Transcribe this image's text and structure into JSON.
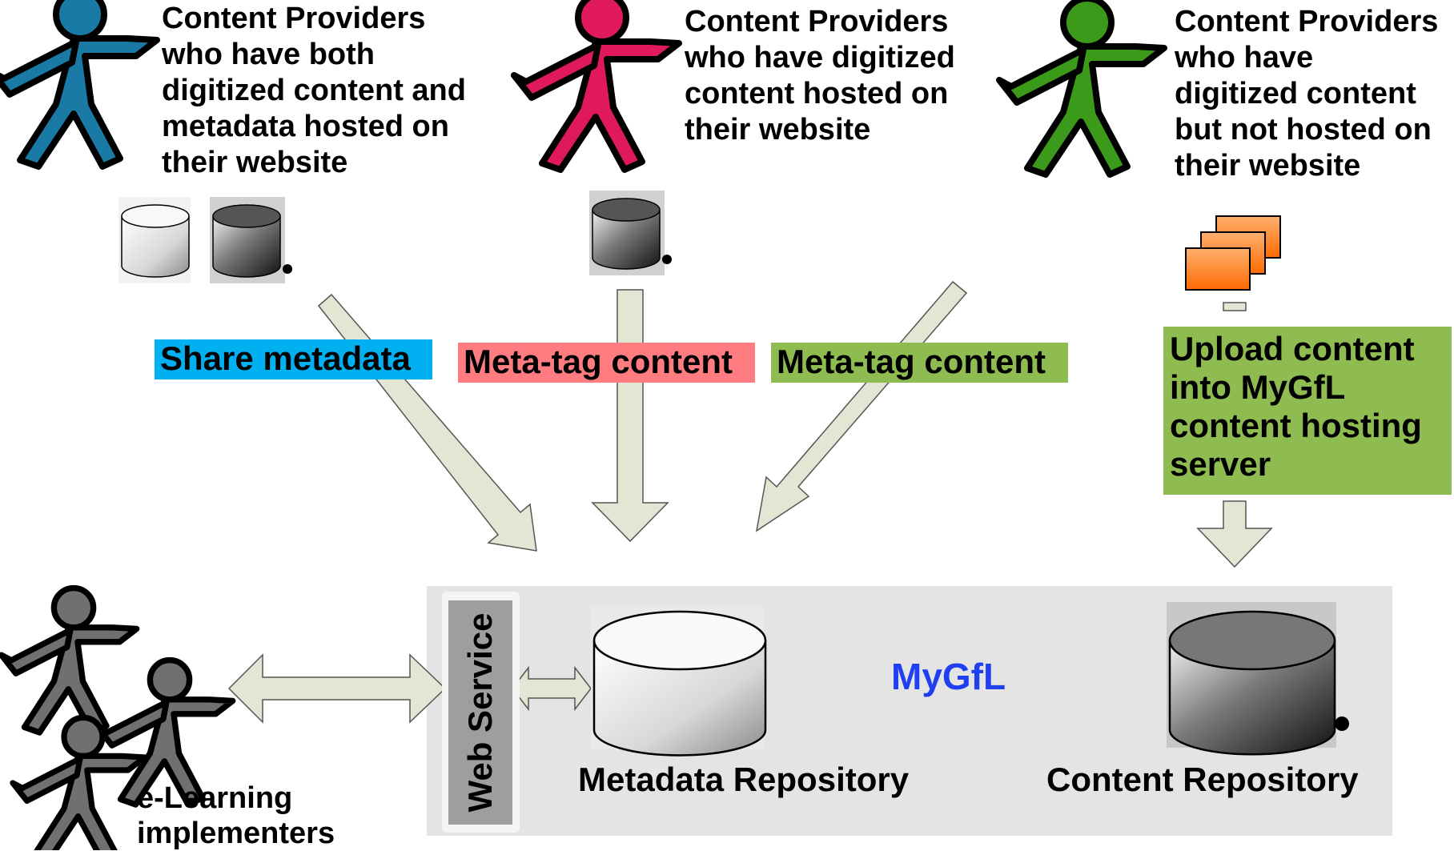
{
  "providers": [
    {
      "text": [
        "Content Providers",
        "who have both",
        "digitized content and",
        "metadata hosted on",
        "their website"
      ],
      "color": "#1a7aa6"
    },
    {
      "text": [
        "Content Providers",
        "who have digitized",
        "content hosted on",
        "their website"
      ],
      "color": "#e0195f"
    },
    {
      "text": [
        "Content Providers",
        "who have",
        "digitized content",
        "but not hosted on",
        "their website"
      ],
      "color": "#3b9a1a"
    }
  ],
  "flows": {
    "share_metadata": {
      "label": "Share metadata",
      "color": "#00b0f0"
    },
    "meta_tag_content_1": {
      "label": "Meta-tag content",
      "color": "#ff7c80"
    },
    "meta_tag_content_2": {
      "label": "Meta-tag content",
      "color": "#8fbc50"
    },
    "upload": {
      "lines": [
        "Upload content",
        "into MyGfL",
        "content hosting",
        "server"
      ],
      "color": "#8fbc50"
    }
  },
  "platform": {
    "name": "MyGfL",
    "web_service": "Web Service",
    "metadata_repository": "Metadata Repository",
    "content_repository": "Content Repository"
  },
  "implementers": {
    "lines": [
      "e-Learning",
      "implementers"
    ]
  }
}
